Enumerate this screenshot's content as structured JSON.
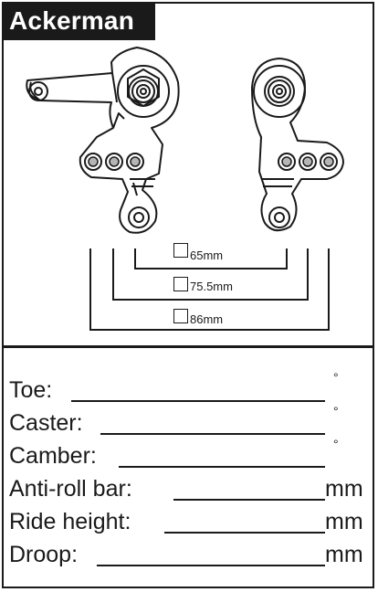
{
  "header": {
    "title": "Ackerman"
  },
  "dimensions": [
    {
      "label": "65mm"
    },
    {
      "label": "75.5mm"
    },
    {
      "label": "86mm"
    }
  ],
  "setup_fields": [
    {
      "label": "Toe:",
      "unit": "°"
    },
    {
      "label": "Caster:",
      "unit": "°"
    },
    {
      "label": "Camber:",
      "unit": "°"
    },
    {
      "label": "Anti-roll bar:",
      "unit": "mm"
    },
    {
      "label": "Ride height:",
      "unit": "mm"
    },
    {
      "label": "Droop:",
      "unit": "mm"
    }
  ],
  "colors": {
    "ink": "#1a1a1a",
    "hole_fill": "#b5b5b5",
    "paper": "#ffffff"
  }
}
